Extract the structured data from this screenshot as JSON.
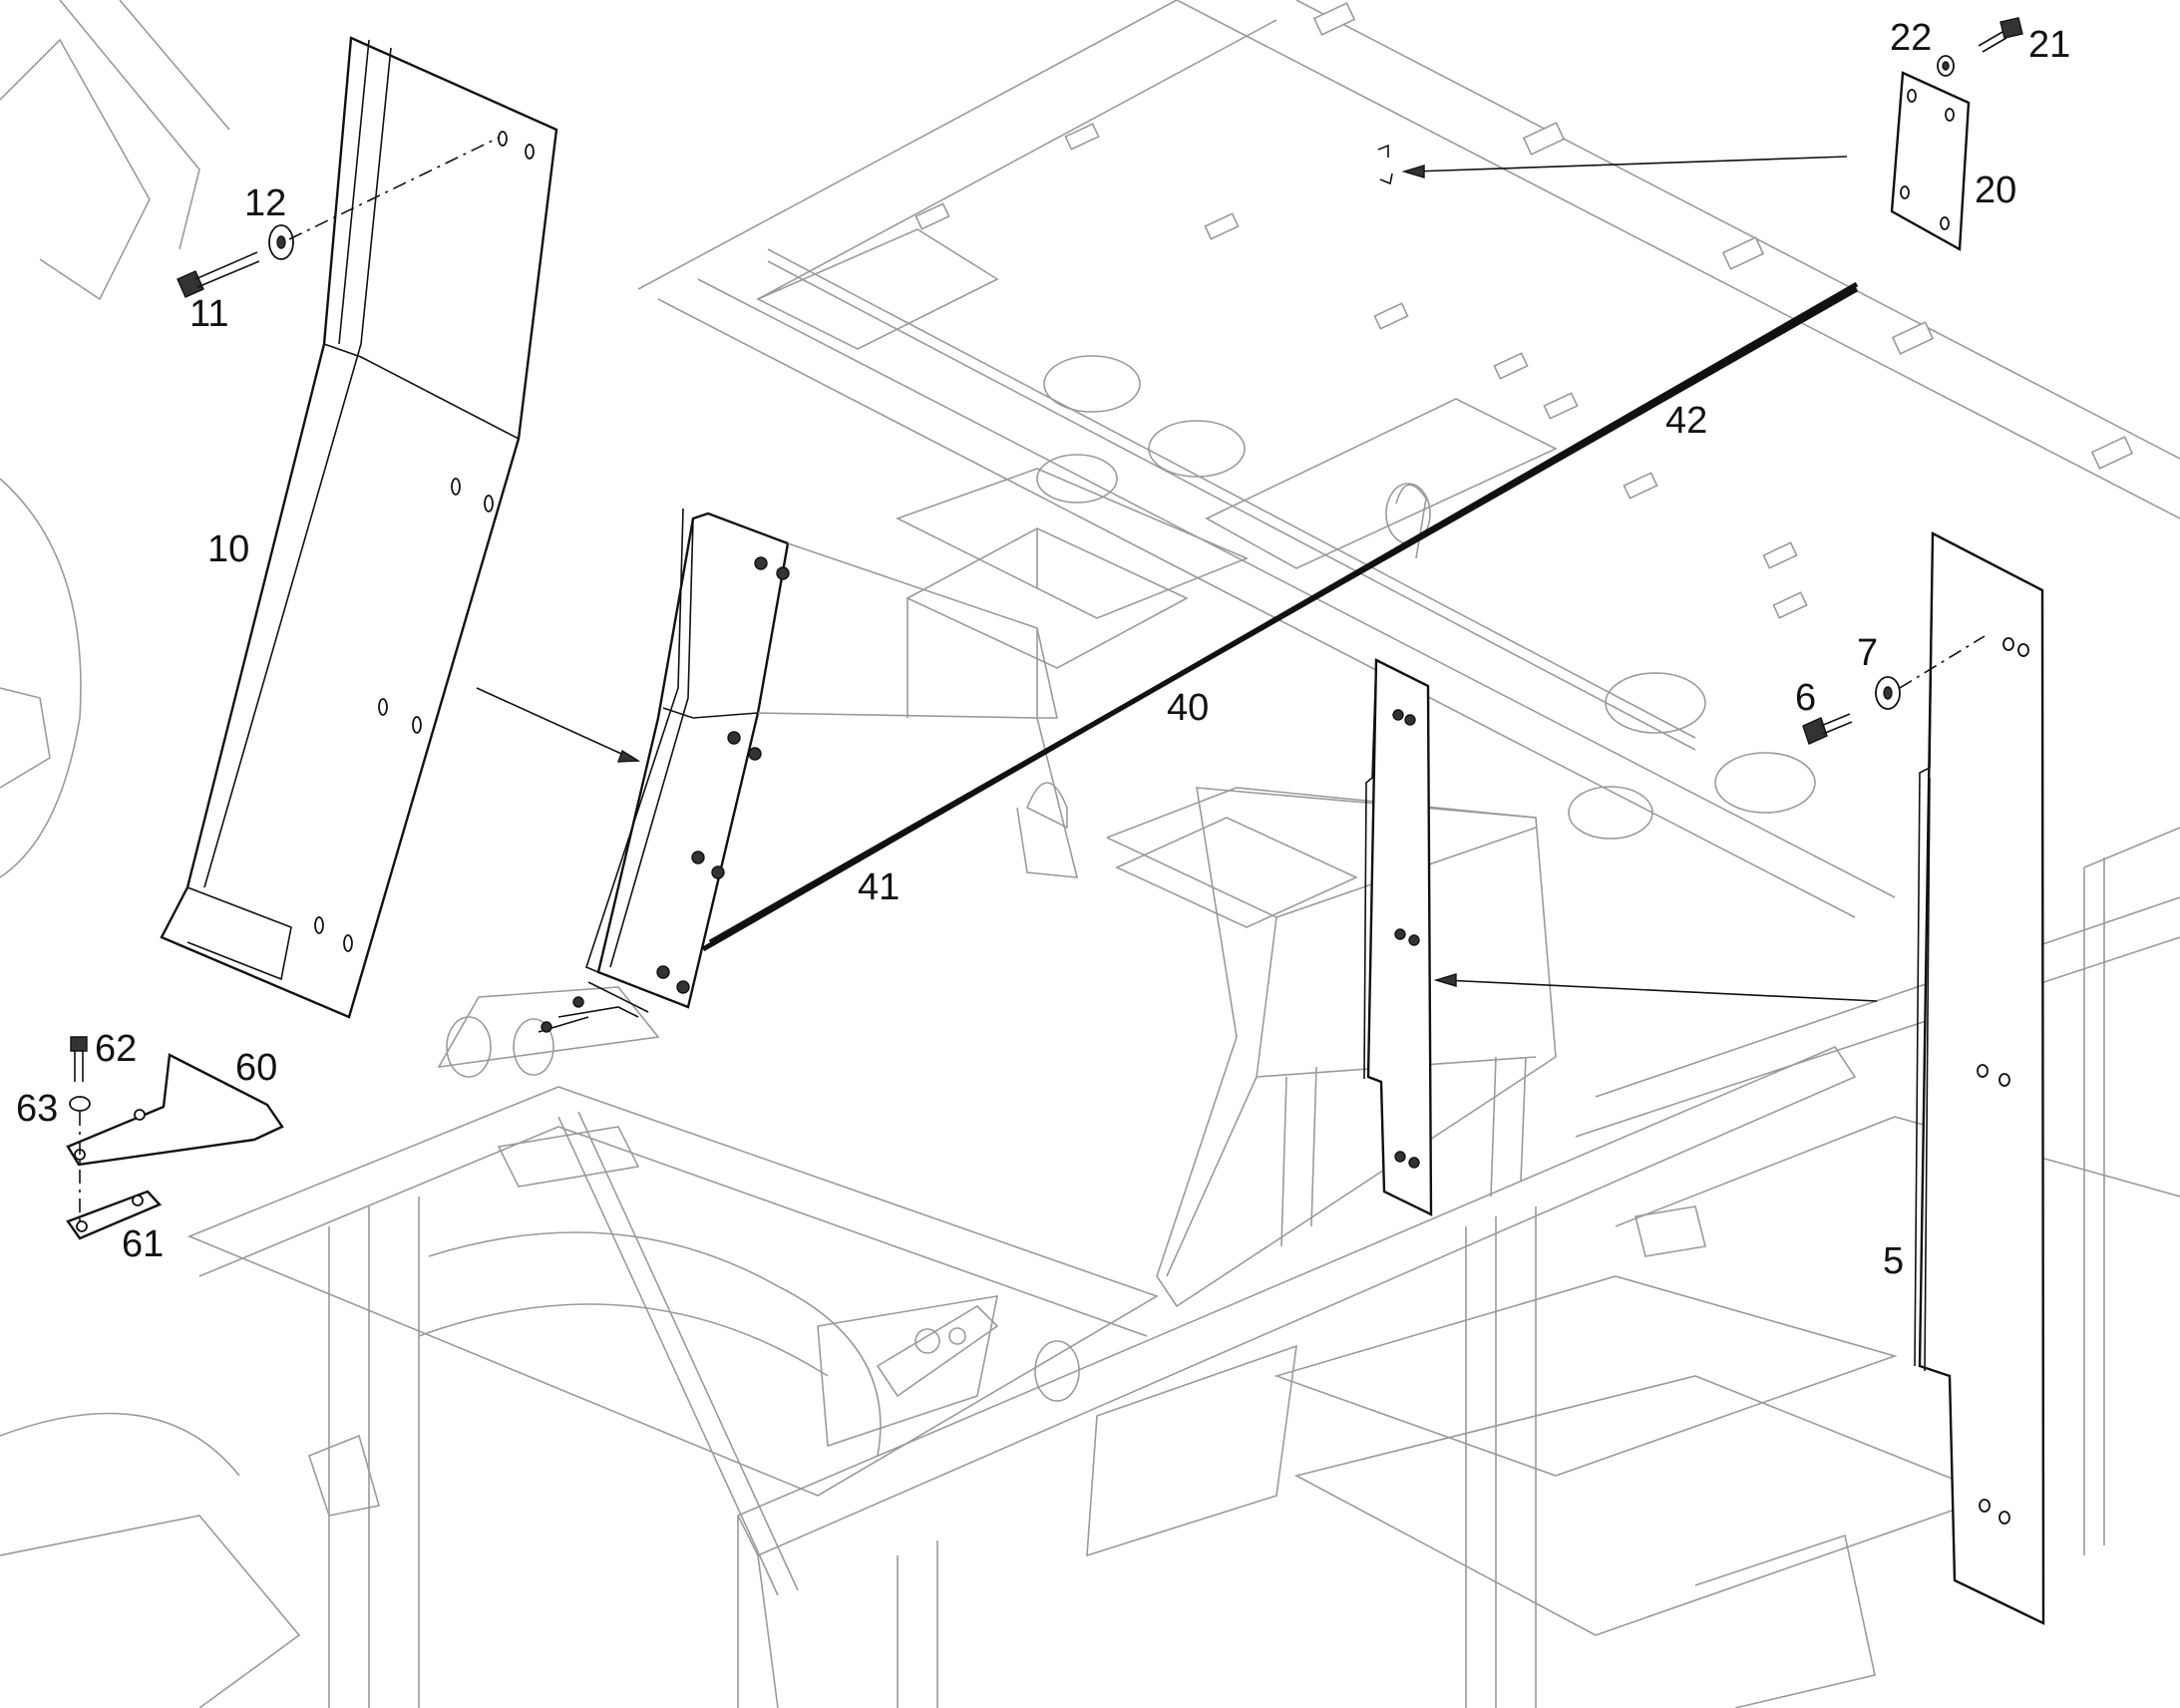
{
  "callouts": [
    {
      "key": "p5",
      "text": "5"
    },
    {
      "key": "p6",
      "text": "6"
    },
    {
      "key": "p7",
      "text": "7"
    },
    {
      "key": "p10",
      "text": "10"
    },
    {
      "key": "p11",
      "text": "11"
    },
    {
      "key": "p12",
      "text": "12"
    },
    {
      "key": "p20",
      "text": "20"
    },
    {
      "key": "p21",
      "text": "21"
    },
    {
      "key": "p22",
      "text": "22"
    },
    {
      "key": "p40",
      "text": "40"
    },
    {
      "key": "p41",
      "text": "41"
    },
    {
      "key": "p42",
      "text": "42"
    },
    {
      "key": "p60",
      "text": "60"
    },
    {
      "key": "p61",
      "text": "61"
    },
    {
      "key": "p62",
      "text": "62"
    },
    {
      "key": "p63",
      "text": "63"
    }
  ],
  "colors": {
    "line": "#111111",
    "background_line": "#9a9a9a",
    "paper": "#ffffff"
  }
}
